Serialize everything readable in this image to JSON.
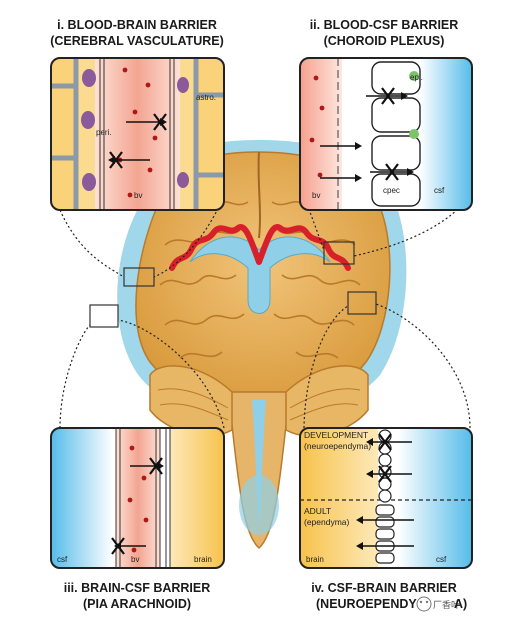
{
  "panels": {
    "i": {
      "title_line1": "i. BLOOD-BRAIN BARRIER",
      "title_line2": "(CEREBRAL VASCULATURE)",
      "labels": {
        "astro": "astro.",
        "peri": "peri.",
        "bv": "bv"
      }
    },
    "ii": {
      "title_line1": "ii. BLOOD-CSF BARRIER",
      "title_line2": "(CHOROID PLEXUS)",
      "labels": {
        "epi": "epi.",
        "bv": "bv",
        "cpec": "cpec",
        "csf": "csf"
      }
    },
    "iii": {
      "title_line1": "iii. BRAIN-CSF BARRIER",
      "title_line2": "(PIA ARACHNOID)",
      "labels": {
        "csf": "csf",
        "bv": "bv",
        "brain": "brain"
      }
    },
    "iv": {
      "title_line1": "iv. CSF-BRAIN BARRIER",
      "title_line2": "(NEUROEPENDY",
      "title_line2_tail": "A)",
      "labels": {
        "development": "DEVELOPMENT",
        "development_sub": "(neuroependyma)",
        "adult": "ADULT",
        "adult_sub": "(ependyma)",
        "brain": "brain",
        "csf": "csf"
      }
    }
  },
  "watermark": "厂香叶",
  "colors": {
    "blood": "#f0a090",
    "brain": "#f5c45a",
    "csf": "#6ec4ec",
    "cortex": "#e7b15a",
    "choroid": "#d8202a",
    "ventricle": "#8fd0e8"
  }
}
